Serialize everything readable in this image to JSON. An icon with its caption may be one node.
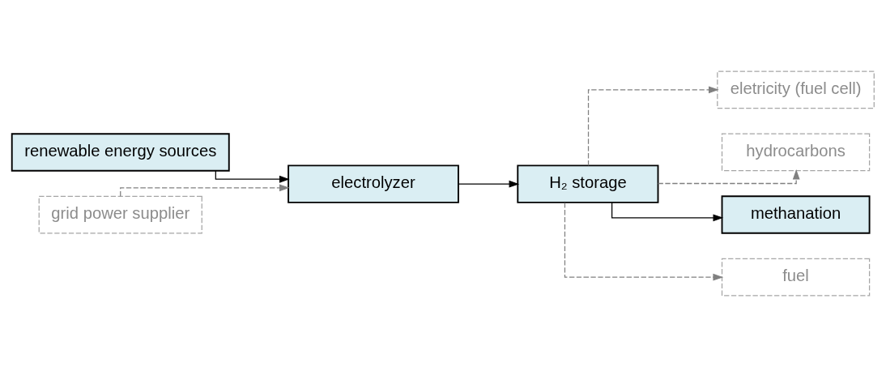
{
  "diagram": {
    "nodes": [
      {
        "text": [
          "renewable energy sources"
        ]
      },
      {
        "text": [
          "grid power supplier"
        ]
      },
      {
        "text": [
          "electrolyzer"
        ]
      },
      {
        "text": [
          "H₂ storage"
        ]
      },
      {
        "text": [
          "eletricity (fuel cell)"
        ]
      },
      {
        "text": [
          "hydrocarbons"
        ]
      },
      {
        "text": [
          "methanation"
        ]
      },
      {
        "text": [
          "fuel"
        ]
      }
    ],
    "edges": [
      {
        "from": 0,
        "to": 2,
        "arrow": "to",
        "color": "#000000"
      },
      {
        "from": 1,
        "to": 2,
        "arrow": "to",
        "style": "dashed"
      },
      {
        "from": 2,
        "to": 3,
        "arrow": "to",
        "color": "#000000"
      },
      {
        "from": 3,
        "to": 4,
        "arrow": "to",
        "style": "dashed"
      },
      {
        "from": 3,
        "to": 5,
        "arrow": "to",
        "style": "dashed"
      },
      {
        "from": 3,
        "to": 6,
        "arrow": "to",
        "color": "#000000"
      },
      {
        "from": 3,
        "to": 7,
        "arrow": "to",
        "style": "dashed"
      }
    ]
  }
}
